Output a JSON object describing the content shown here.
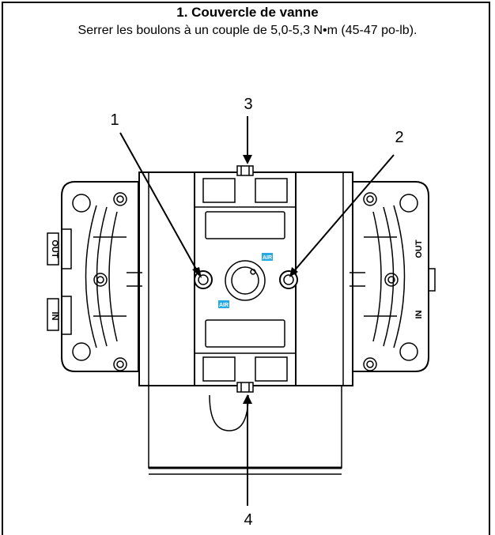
{
  "title": "1. Couvercle de vanne",
  "instruction": "Serrer les boulons à un couple de 5,0-5,3 N•m (45-47 po-lb).",
  "callouts": [
    "1",
    "2",
    "3",
    "4"
  ],
  "port_labels": {
    "out": "OUT",
    "in": "IN"
  },
  "tags": {
    "upper": "AIR",
    "lower": "AIR"
  },
  "colors": {
    "line": "#000000",
    "tag": "#29a9e1",
    "background": "#ffffff"
  }
}
